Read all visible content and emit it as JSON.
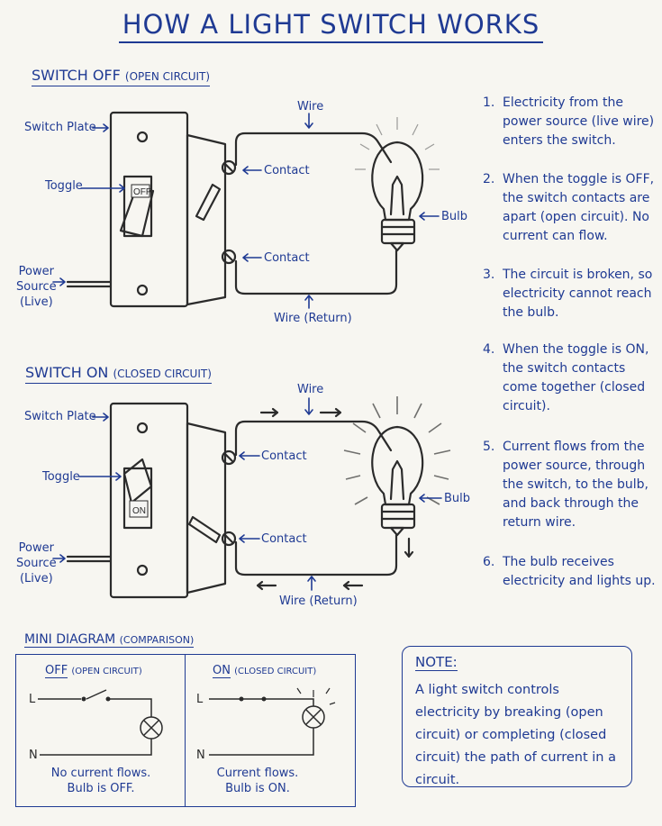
{
  "title": "HOW A LIGHT SWITCH WORKS",
  "off_section": {
    "heading": "SWITCH OFF",
    "subheading": "(OPEN CIRCUIT)",
    "labels": {
      "switch_plate": "Switch Plate",
      "toggle": "Toggle",
      "toggle_text": "OFF",
      "power_source_1": "Power",
      "power_source_2": "Source",
      "power_source_3": "(Live)",
      "wire": "Wire",
      "contact_top": "Contact",
      "contact_bottom": "Contact",
      "bulb": "Bulb",
      "wire_return": "Wire (Return)"
    }
  },
  "on_section": {
    "heading": "SWITCH ON",
    "subheading": "(CLOSED CIRCUIT)",
    "labels": {
      "switch_plate": "Switch Plate",
      "toggle": "Toggle",
      "toggle_text": "ON",
      "power_source_1": "Power",
      "power_source_2": "Source",
      "power_source_3": "(Live)",
      "wire": "Wire",
      "contact_top": "Contact",
      "contact_bottom": "Contact",
      "bulb": "Bulb",
      "wire_return": "Wire (Return)"
    }
  },
  "steps": [
    {
      "num": "1.",
      "text": "Electricity from the power source (live wire) enters the switch."
    },
    {
      "num": "2.",
      "text": "When the toggle is OFF, the switch contacts are apart (open circuit). No current can flow."
    },
    {
      "num": "3.",
      "text": "The circuit is broken, so electricity cannot reach the bulb."
    },
    {
      "num": "4.",
      "text": "When the toggle is ON, the switch contacts come together (closed circuit)."
    },
    {
      "num": "5.",
      "text": "Current flows from the power source, through the switch, to the bulb, and back through the return wire."
    },
    {
      "num": "6.",
      "text": "The bulb receives electricity and lights up."
    }
  ],
  "mini": {
    "heading": "MINI DIAGRAM",
    "subheading": "(COMPARISON)",
    "off": {
      "head": "OFF",
      "sub": "(OPEN CIRCUIT)",
      "L": "L",
      "N": "N",
      "cap1": "No current flows.",
      "cap2": "Bulb is OFF."
    },
    "on": {
      "head": "ON",
      "sub": "(CLOSED CIRCUIT)",
      "L": "L",
      "N": "N",
      "cap1": "Current flows.",
      "cap2": "Bulb is ON."
    }
  },
  "note": {
    "heading": "NOTE:",
    "body": "A light switch controls electricity by breaking (open circuit) or completing (closed circuit) the path of current in a circuit."
  },
  "colors": {
    "ink_blue": "#1f3a93",
    "pencil": "#2b2b2b",
    "paper": "#f7f6f1"
  }
}
